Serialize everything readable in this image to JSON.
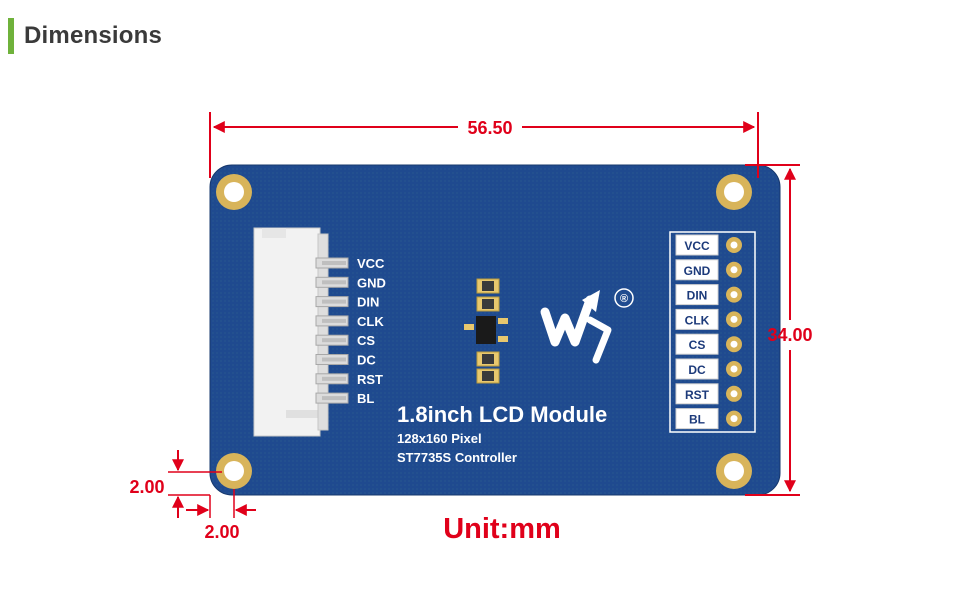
{
  "header": {
    "title": "Dimensions",
    "accent_color": "#6fb23b"
  },
  "dimensions": {
    "width": "56.50",
    "height": "34.00",
    "hole_offset_y": "2.00",
    "hole_offset_x": "2.00",
    "unit_label": "Unit:mm",
    "color": "#e0001a"
  },
  "board": {
    "color": "#1f4a8f",
    "title": "1.8inch LCD Module",
    "subtitle_1": "128x160 Pixel",
    "subtitle_2": "ST7735S Controller",
    "logo_text": "W",
    "registered_mark": "®",
    "connector_pins": [
      "VCC",
      "GND",
      "DIN",
      "CLK",
      "CS",
      "DC",
      "RST",
      "BL"
    ],
    "header_pins": [
      "VCC",
      "GND",
      "DIN",
      "CLK",
      "CS",
      "DC",
      "RST",
      "BL"
    ]
  }
}
